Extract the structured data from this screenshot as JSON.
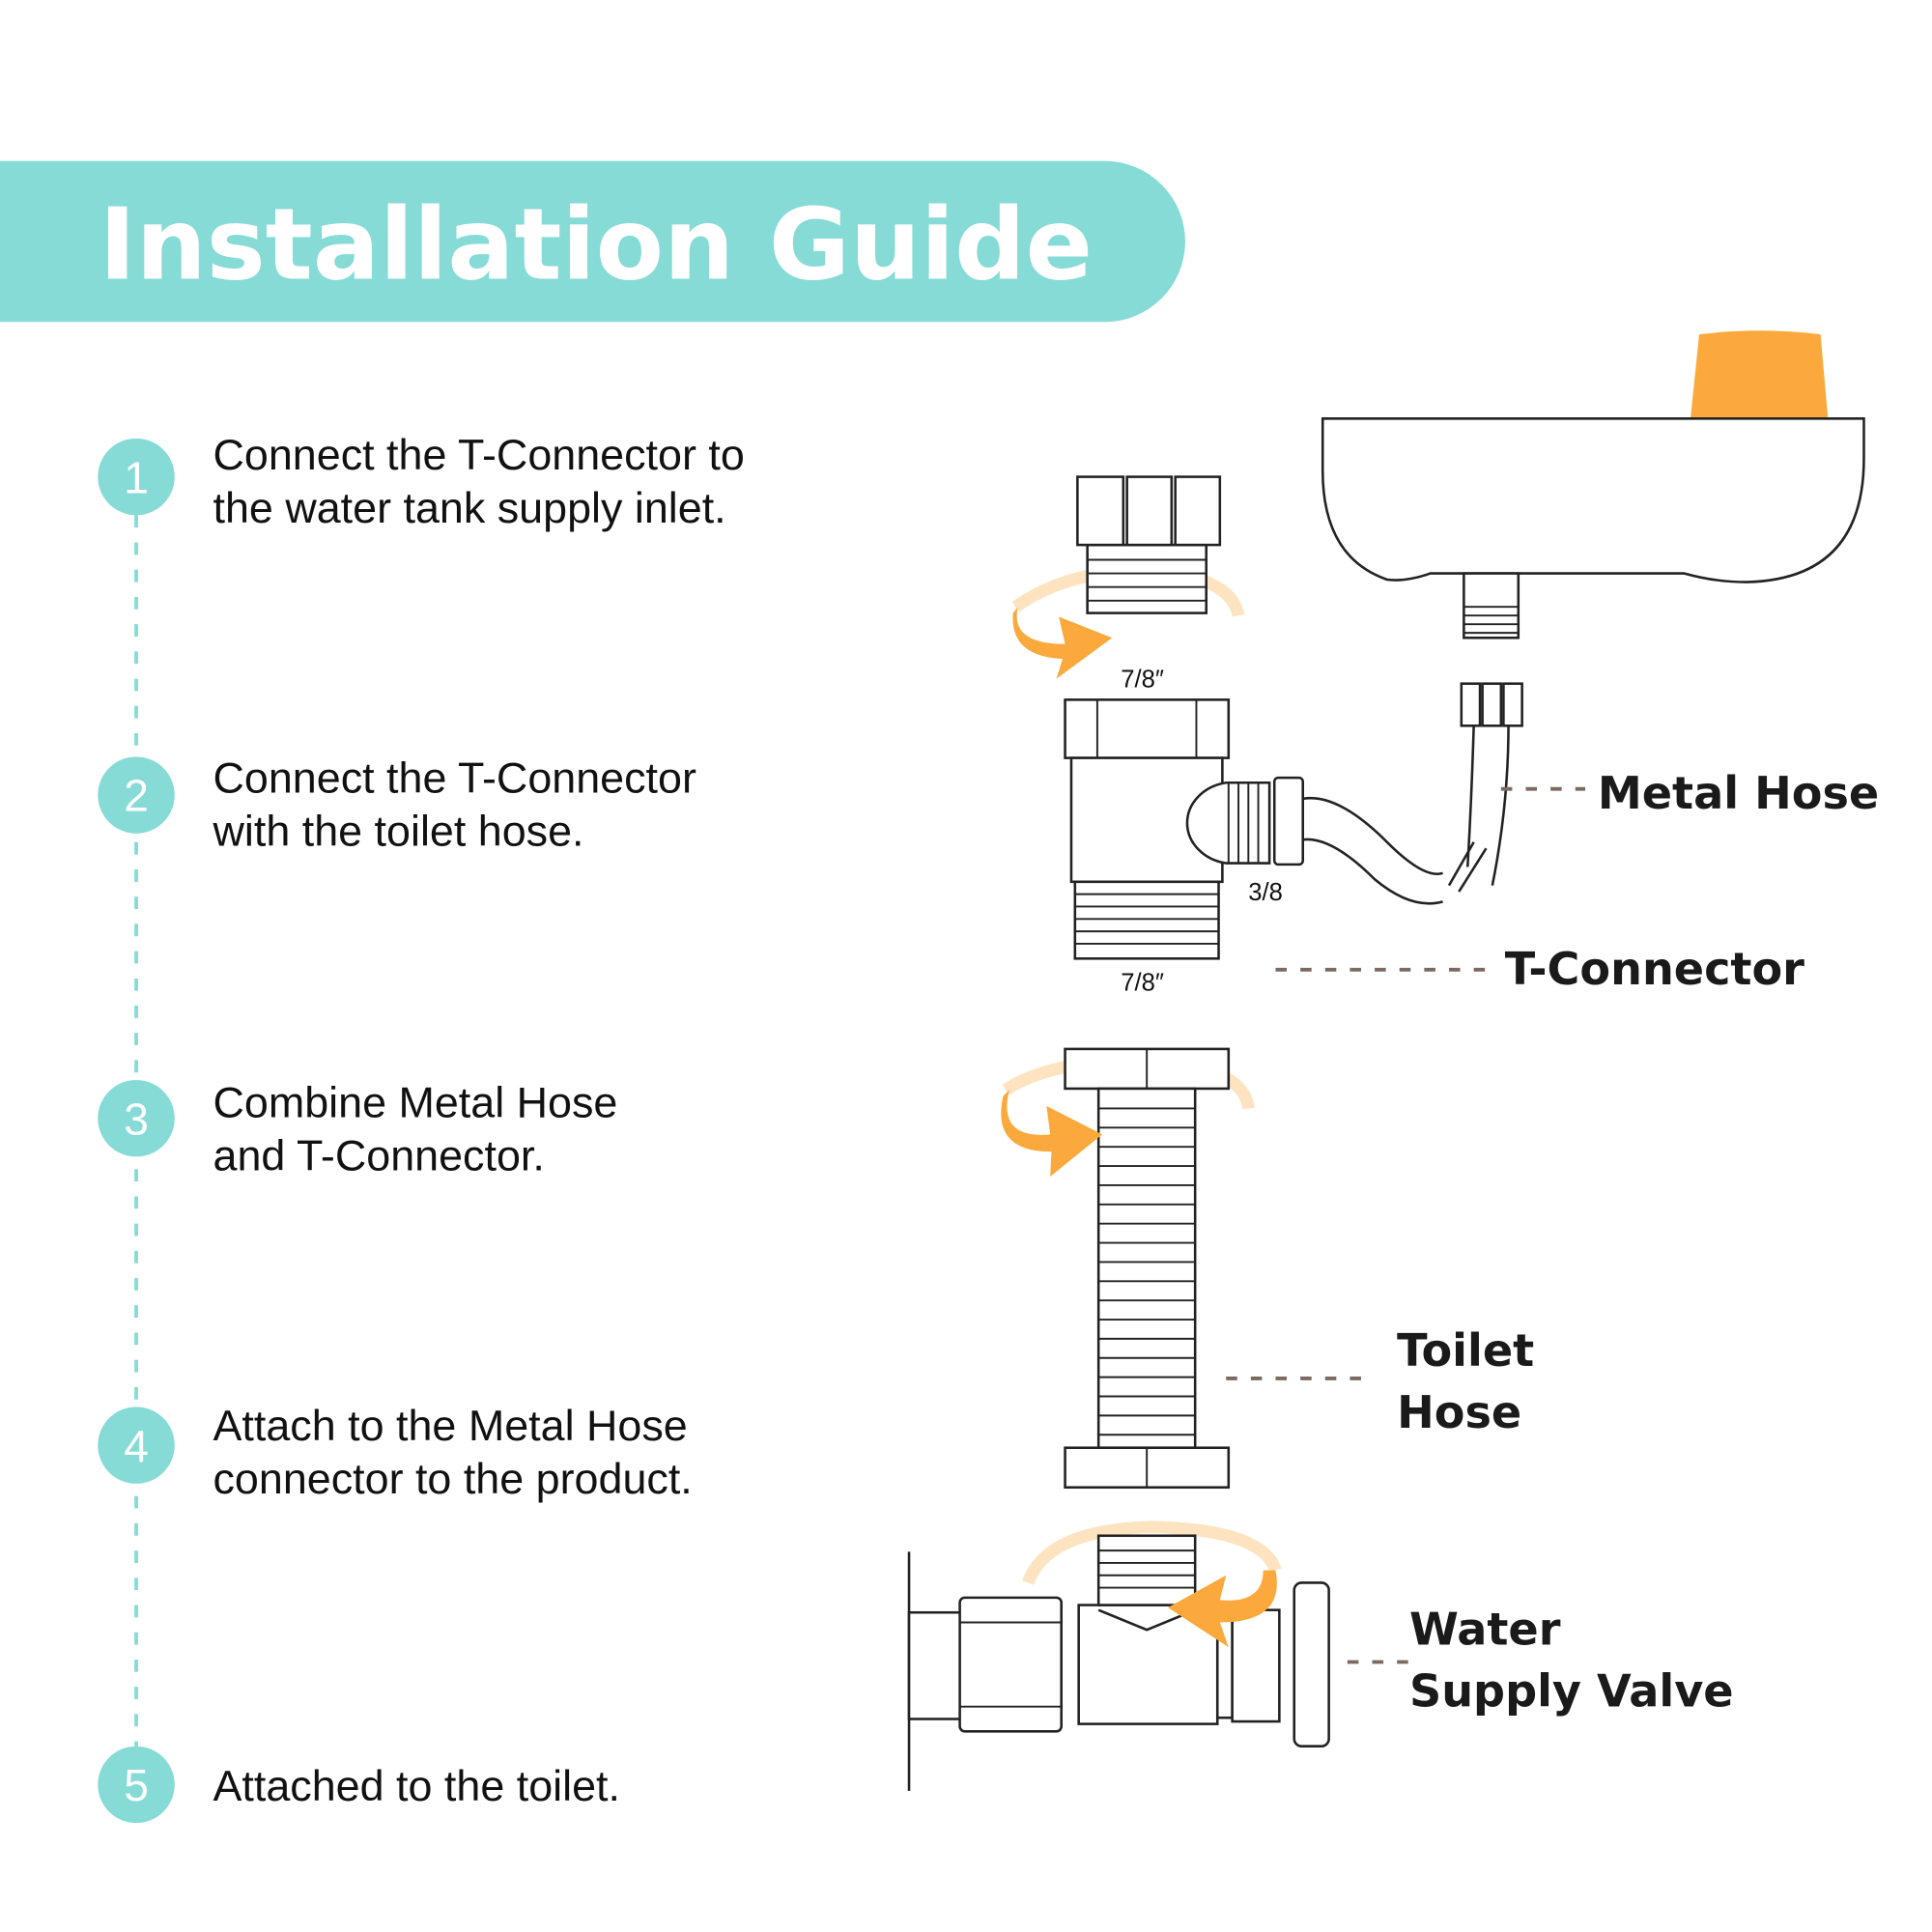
{
  "header": {
    "title": "Installation Guide"
  },
  "steps": [
    {
      "number": "1",
      "lines": [
        "Connect the T-Connector to",
        "the water tank supply inlet."
      ]
    },
    {
      "number": "2",
      "lines": [
        "Connect the T-Connector",
        "with the toilet hose."
      ]
    },
    {
      "number": "3",
      "lines": [
        "Combine Metal Hose",
        "and T-Connector."
      ]
    },
    {
      "number": "4",
      "lines": [
        "Attach to the Metal Hose",
        "connector to the product."
      ]
    },
    {
      "number": "5",
      "lines": [
        "Attached to the toilet."
      ]
    }
  ],
  "diagram": {
    "dimensions": {
      "top": "7/8″",
      "side": "3/8",
      "bottom": "7/8″"
    },
    "labels": {
      "metal_hose": "Metal Hose",
      "t_connector": "T-Connector",
      "toilet_hose": [
        "Toilet",
        "Hose"
      ],
      "water_supply_valve": [
        "Water",
        "Supply Valve"
      ]
    }
  },
  "colors": {
    "accent": "#86dbd6",
    "arrow": "#fba93c",
    "arrow_light": "#fde3c0",
    "leader": "#7a6a60"
  }
}
